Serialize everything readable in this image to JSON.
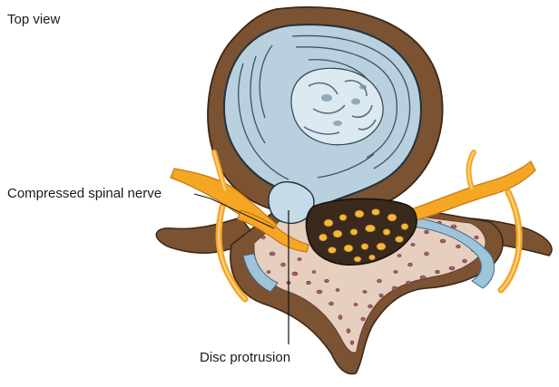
{
  "labels": {
    "view": "Top view",
    "nerve": "Compressed spinal nerve",
    "disc": "Disc protrusion"
  },
  "colors": {
    "bone_brown": "#7b5232",
    "bone_dark": "#5a3a20",
    "disc_blue": "#b9d0df",
    "disc_light": "#dde9f1",
    "disc_line": "#2f4656",
    "nerve_orange": "#f5a623",
    "nerve_light": "#fbd08a",
    "spongy_bone": "#e7cfc0",
    "spongy_dots": "#a45e66",
    "canal_dark": "#3a2a1e",
    "fat_yellow": "#f3b73a",
    "membrane_blue": "#9fc3d8",
    "leader_line": "#111111"
  },
  "icons": [
    "vertebra-illustration",
    "intervertebral-disc",
    "spinal-nerve",
    "spinal-canal"
  ]
}
